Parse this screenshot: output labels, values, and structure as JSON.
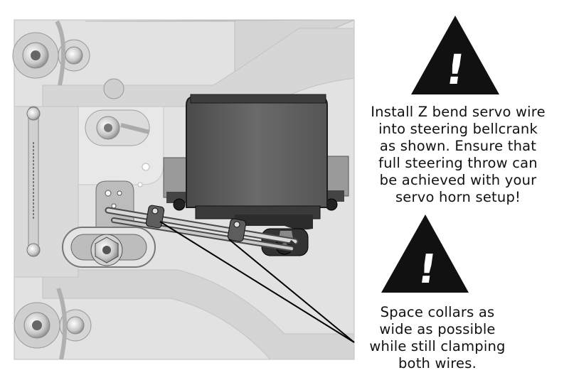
{
  "note_install": {
    "lines": [
      "Install Z bend servo wire",
      "into steering bellcrank",
      "as shown.  Ensure that",
      "full steering throw can",
      "be achieved with your",
      "servo horn setup!"
    ]
  },
  "note_collars": {
    "lines": [
      "Space collars as",
      "wide as possible",
      "while still clamping",
      "both wires."
    ]
  },
  "warning_glyph": "!",
  "colors": {
    "chassis": "#d9d9d9",
    "chassis_edge": "#b9b9b9",
    "servo": "#5e5e5e",
    "warning": "#111111"
  },
  "icons": [
    "warning-icon",
    "warning-icon"
  ]
}
